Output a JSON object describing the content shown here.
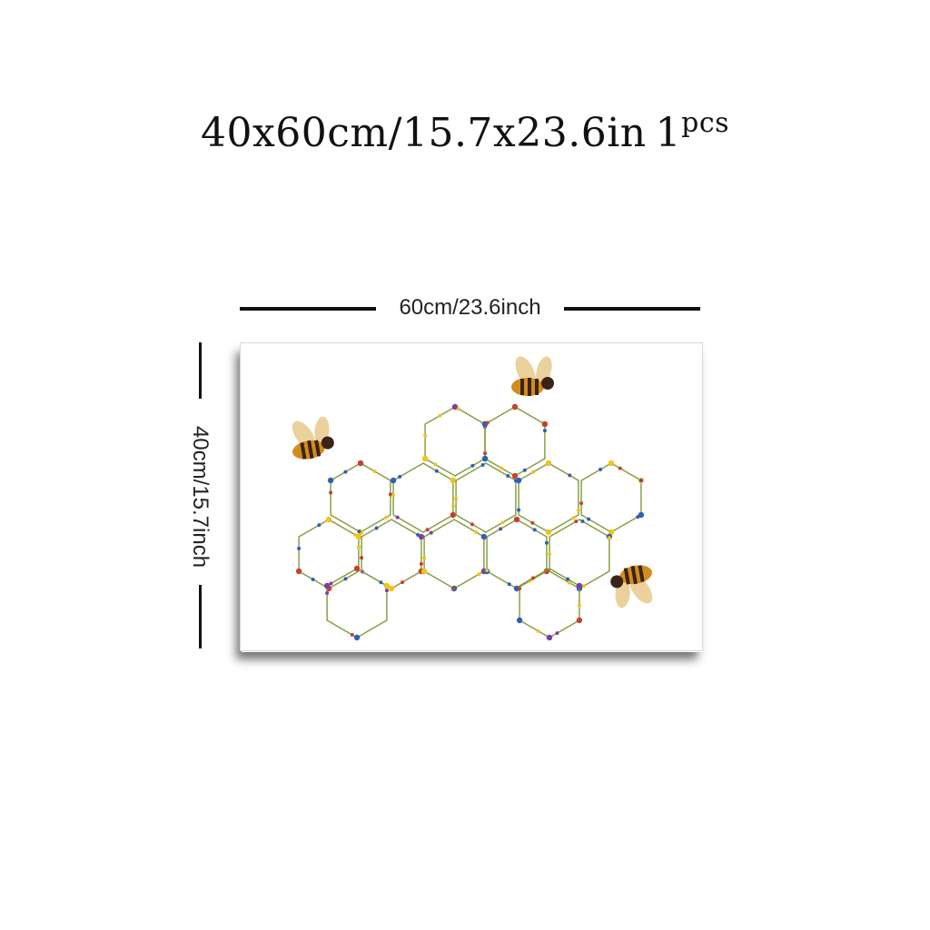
{
  "headline": {
    "size_text": "40x60cm/15.7x23.6in",
    "quantity": "1",
    "unit": "pcs"
  },
  "dimensions": {
    "width_label": "60cm/23.6inch",
    "height_label": "40cm/15.7inch"
  },
  "artwork": {
    "subject": "honeycomb of wildflowers with bees",
    "colors": {
      "stem": "#7f9a3a",
      "flower_yellow": "#f2c318",
      "flower_blue": "#2e5fb8",
      "flower_purple": "#7a3fa8",
      "flower_red": "#c8402a",
      "bee_body": "#d48b1f",
      "bee_stripe": "#3a2418",
      "bee_wing": "#e8c98a"
    }
  }
}
